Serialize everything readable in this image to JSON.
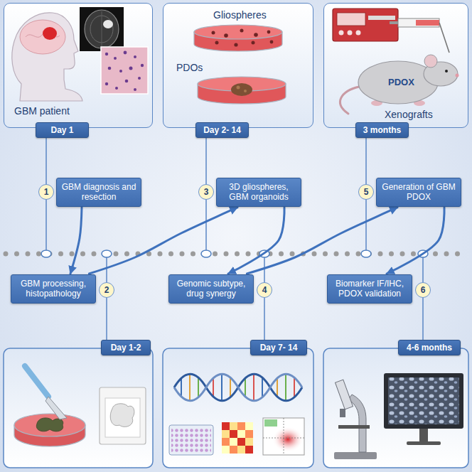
{
  "diagram": {
    "nodes": [
      {
        "text": [
          "GBM patient"
        ]
      },
      {
        "text": [
          "Day 1"
        ]
      },
      {
        "text": [
          "Gliospheres",
          "PDOs"
        ]
      },
      {
        "text": [
          "Day 2- 14"
        ]
      },
      {
        "text": [
          "PDOX",
          "Xenografts"
        ]
      },
      {
        "text": [
          "3 months"
        ]
      },
      {
        "text": [
          "1"
        ]
      },
      {
        "text": [
          "GBM diagnosis and resection"
        ]
      },
      {
        "text": [
          "3"
        ]
      },
      {
        "text": [
          "3D gliospheres, GBM organoids"
        ]
      },
      {
        "text": [
          "5"
        ]
      },
      {
        "text": [
          "Generation of GBM PDOX"
        ]
      },
      {
        "text": [
          "GBM processing, histopathology"
        ]
      },
      {
        "text": [
          "2"
        ]
      },
      {
        "text": [
          "Genomic subtype, drug synergy"
        ]
      },
      {
        "text": [
          "4"
        ]
      },
      {
        "text": [
          "Biomarker IF/IHC, PDOX validation"
        ]
      },
      {
        "text": [
          "6"
        ]
      },
      {
        "text": [
          "Day 1-2"
        ]
      },
      {
        "text": [
          "Day 7- 14"
        ]
      },
      {
        "text": [
          "4-6 months"
        ]
      }
    ],
    "edges": [
      {
        "from": 7,
        "to": 12,
        "arrow": "to"
      },
      {
        "from": 12,
        "to": 9,
        "arrow": "to"
      },
      {
        "from": 9,
        "to": 14,
        "arrow": "to"
      },
      {
        "from": 14,
        "to": 11,
        "arrow": "to"
      },
      {
        "from": 11,
        "to": 16,
        "arrow": "to"
      }
    ]
  }
}
